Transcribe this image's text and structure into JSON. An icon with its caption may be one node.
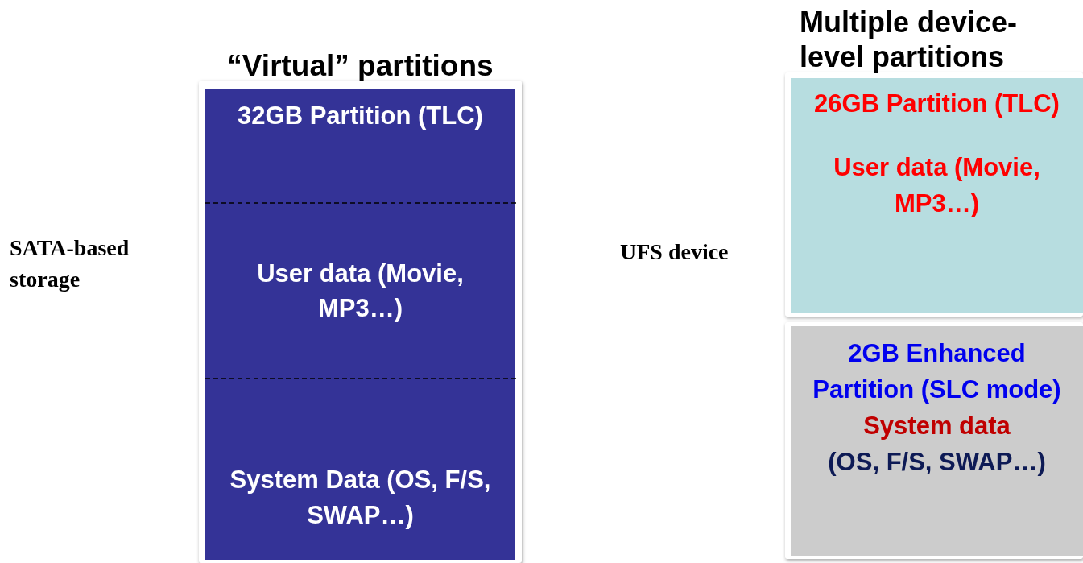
{
  "diagram": {
    "nodes": [
      {
        "text": [
          "“Virtual” partitions"
        ]
      },
      {
        "text": [
          "32GB Partition (TLC)"
        ],
        "in": 0
      },
      {
        "text": [
          "User data (Movie, MP3…)"
        ],
        "in": 0
      },
      {
        "text": [
          "System Data (OS, F/S, SWAP…)"
        ],
        "in": 0
      },
      {
        "text": [
          "26GB Partition (TLC)",
          "User data (Movie, MP3…)"
        ]
      },
      {
        "text": [
          "2GB Enhanced Partition (SLC mode)",
          "System data",
          "(OS, F/S, SWAP…)"
        ]
      }
    ],
    "edges": [],
    "labels": [
      "Multiple device-level partitions",
      "SATA-based storage",
      "UFS device"
    ]
  }
}
